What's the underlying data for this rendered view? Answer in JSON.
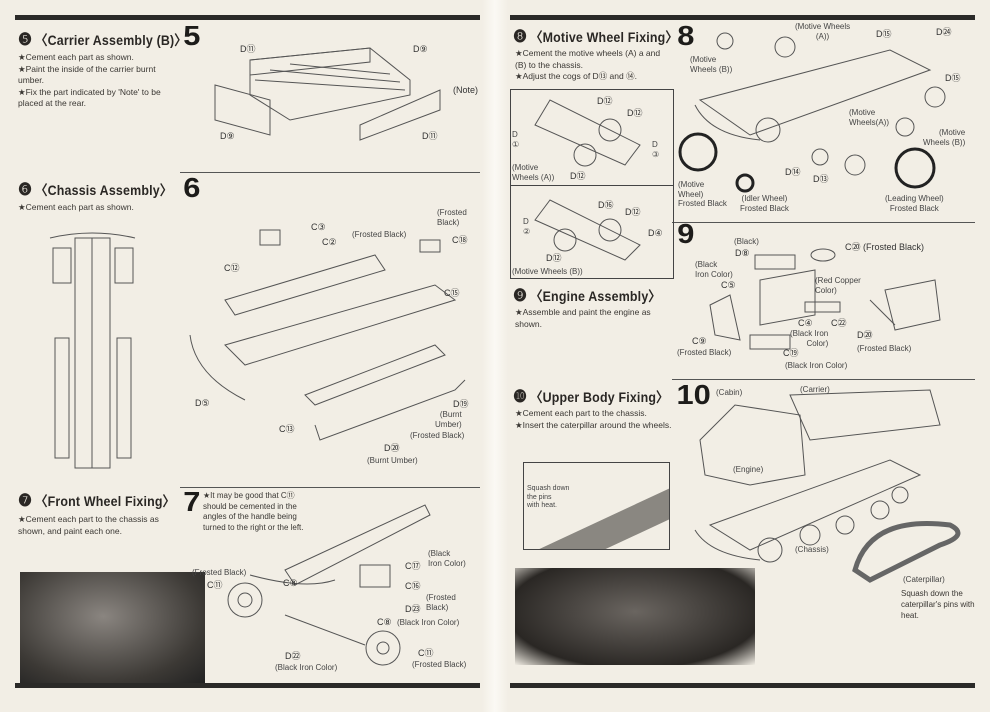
{
  "step5": {
    "num": "❺",
    "title": "〈Carrier Assembly (B)〉",
    "big": "5",
    "notes": [
      "★Cement each part as shown.",
      "★Paint the inside of the carrier burnt umber.",
      "★Fix the part indicated by 'Note' to be placed at the rear."
    ],
    "callouts": [
      "D⑪",
      "D⑨",
      "(Note)",
      "D⑨",
      "D⑪"
    ]
  },
  "step6": {
    "num": "❻",
    "title": "〈Chassis Assembly〉",
    "big": "6",
    "notes": [
      "★Cement each part as shown."
    ],
    "callouts": [
      "(Frosted\nBlack)",
      "C⑱",
      "C③",
      "C②",
      "(Frosted Black)",
      "C⑫",
      "C⑮",
      "D⑤",
      "C⑬",
      "D⑲",
      "(Burnt\nUmber)",
      "(Frosted Black)",
      "D⑳",
      "(Burnt Umber)"
    ]
  },
  "step7": {
    "num": "❼",
    "title": "〈Front Wheel Fixing〉",
    "big": "7",
    "notes": [
      "★Cement each part to the chassis as shown, and paint each one."
    ],
    "tip": "★It may be good that C⑪ should be cemented in the angles of the handle being turned to the right or the left.",
    "callouts": [
      "(Frosted Black)",
      "C⑪",
      "C⑧",
      "(Black\nIron Color)",
      "C⑰",
      "C⑯",
      "(Frosted\nBlack)",
      "D㉓",
      "C⑧",
      "(Black Iron Color)",
      "D㉒",
      "(Black Iron Color)",
      "C⑪",
      "(Frosted Black)"
    ]
  },
  "step8": {
    "num": "❽",
    "title": "〈Motive Wheel Fixing〉",
    "big": "8",
    "notes": [
      "★Cement the motive wheels (A) a and (B) to the chassis.",
      "★Adjust the cogs of D⑬ and ⑭."
    ],
    "inset_a": [
      "D⑫",
      "D⑫",
      "D\n①",
      "D\n③",
      "(Motive\nWheels (A))",
      "D⑫"
    ],
    "inset_b": [
      "D⑯",
      "D⑫",
      "D\n②",
      "D④",
      "D⑫",
      "(Motive Wheels (B))"
    ],
    "callouts": [
      "(Motive Wheels\n(A))",
      "D⑮",
      "D㉔",
      "(Motive\nWheels (B))",
      "D⑮",
      "(Motive\nWheels(A))",
      "(Motive\nWheels (B))",
      "D⑭",
      "D⑬",
      "(Motive\nWheel)\nFrosted Black",
      "(Idler Wheel)\nFrosted Black",
      "(Leading Wheel)\nFrosted Black"
    ]
  },
  "step9": {
    "num": "❾",
    "title": "〈Engine Assembly〉",
    "big": "9",
    "notes": [
      "★Assemble and paint the engine as shown."
    ],
    "callouts": [
      "(Black)",
      "D⑧",
      "C⑳ (Frosted Black)",
      "(Black\nIron Color)",
      "C⑤",
      "(Red Copper\nColor)",
      "C④",
      "C㉒",
      "(Black Iron\nColor)",
      "D⑳",
      "(Frosted Black)",
      "C⑨",
      "(Frosted Black)",
      "C⑲",
      "(Black Iron Color)"
    ]
  },
  "step10": {
    "num": "❿",
    "title": "〈Upper Body Fixing〉",
    "big": "10",
    "notes": [
      "★Cement each part to the chassis.",
      "★Insert the caterpillar around the wheels."
    ],
    "inset": "Squash down\nthe pins\nwith heat.",
    "callouts": [
      "(Cabin)",
      "(Carrier)",
      "(Engine)",
      "(Chassis)",
      "(Caterpillar)"
    ],
    "caterpillar_note": "Squash down the caterpillar's pins with heat."
  }
}
